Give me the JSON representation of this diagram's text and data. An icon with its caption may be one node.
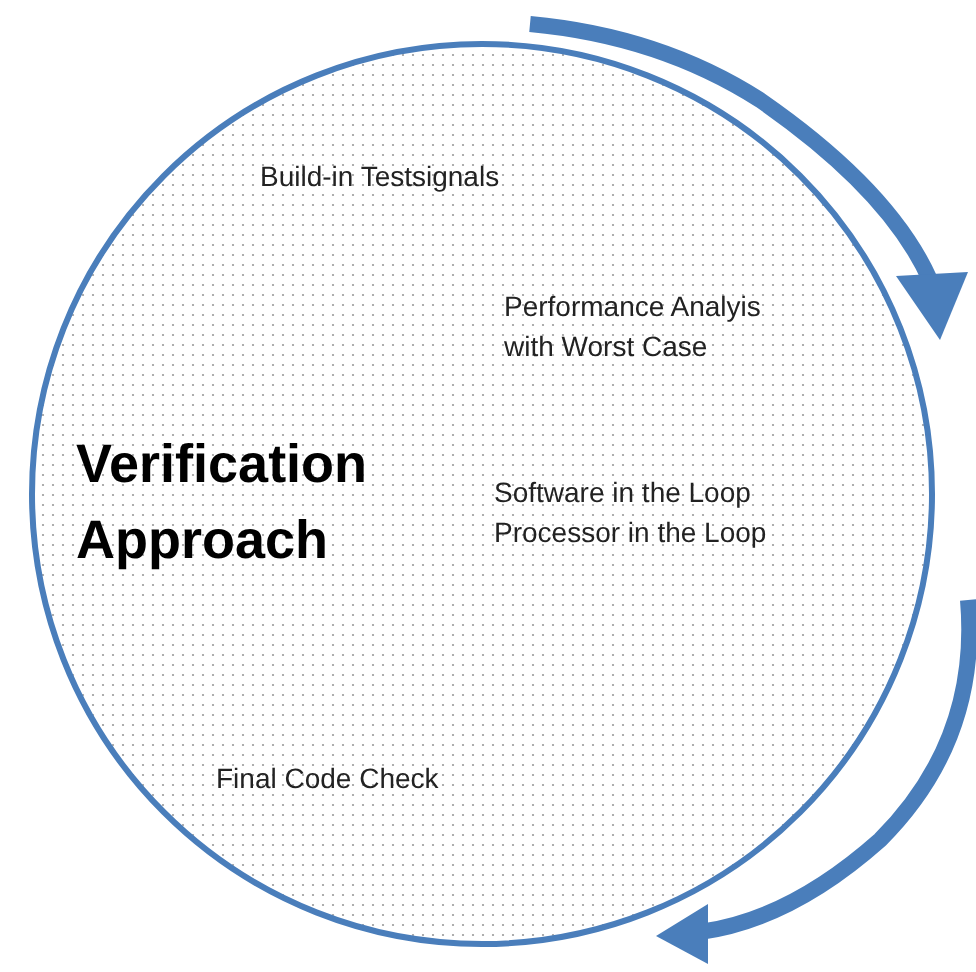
{
  "diagram": {
    "nodes": [
      {
        "text": [
          "Verification Approach",
          "Build-in Testsignals",
          "Performance Analyis with Worst Case",
          "Software in the Loop Processor in the Loop",
          "Final Code Check"
        ]
      }
    ]
  }
}
